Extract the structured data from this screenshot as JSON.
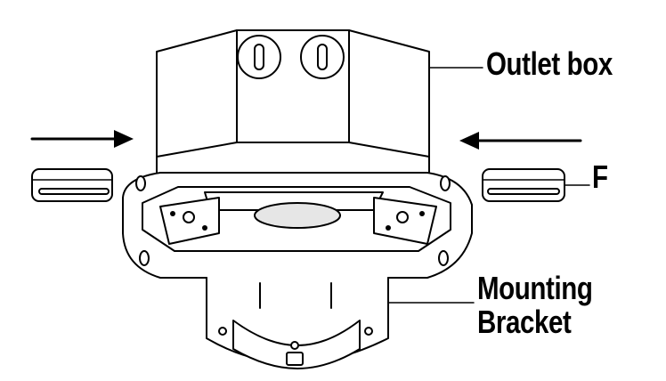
{
  "labels": {
    "outlet_box": "Outlet box",
    "f": "F",
    "mounting_line1": "Mounting",
    "mounting_line2": "Bracket"
  },
  "colors": {
    "stroke": "#000000",
    "fill": "#ffffff",
    "shade": "#e6e6e6"
  }
}
